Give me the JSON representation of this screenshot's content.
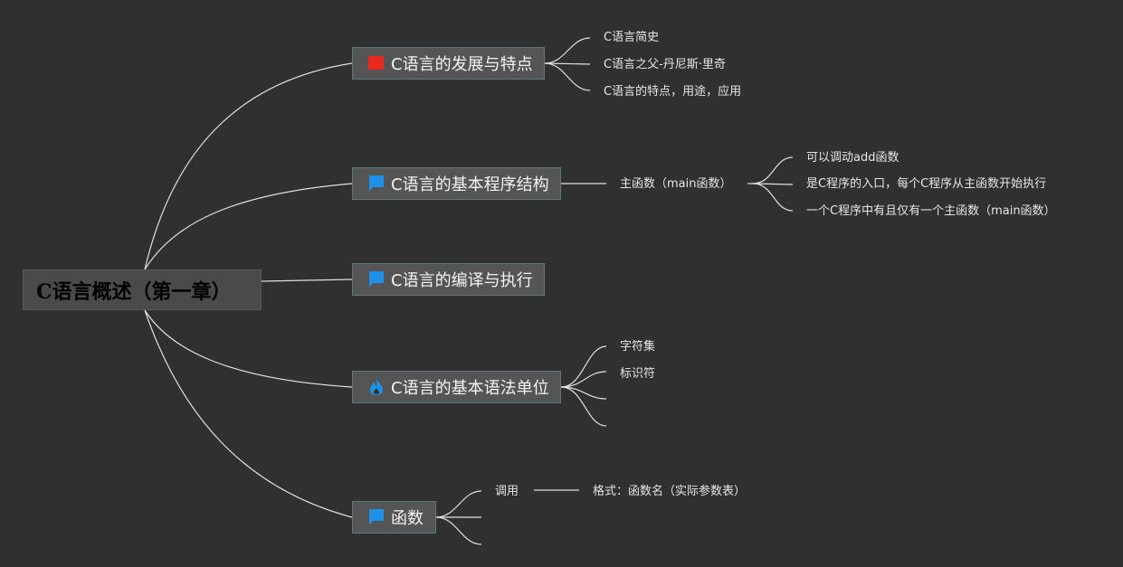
{
  "root": {
    "label": "C语言概述（第一章）"
  },
  "branches": [
    {
      "label": "C语言的发展与特点",
      "icon": "red-flag-icon",
      "icon_color": "#e8291c",
      "children": [
        "C语言简史",
        "C语言之父-丹尼斯·里奇",
        "C语言的特点，用途，应用"
      ]
    },
    {
      "label": "C语言的基本程序结构",
      "icon": "blue-flag-icon",
      "icon_color": "#1e90e8",
      "child": "主函数（main函数）",
      "grandchildren": [
        "可以调动add函数",
        "是C程序的入口，每个C程序从主函数开始执行",
        "一个C程序中有且仅有一个主函数（main函数）"
      ]
    },
    {
      "label": "C语言的编译与执行",
      "icon": "blue-flag-icon",
      "icon_color": "#1e90e8"
    },
    {
      "label": "C语言的基本语法单位",
      "icon": "fire-icon",
      "icon_color": "#1e90e8",
      "children": [
        "字符集",
        "标识符",
        "",
        ""
      ]
    },
    {
      "label": "函数",
      "icon": "blue-flag-icon",
      "icon_color": "#1e90e8",
      "children": [
        "调用",
        "",
        ""
      ],
      "call_detail": "格式：函数名（实际参数表）"
    }
  ],
  "colors": {
    "background": "#303030",
    "node_fill": "#555555",
    "node_border": "#5b7b78",
    "line": "#e0e0e0"
  }
}
